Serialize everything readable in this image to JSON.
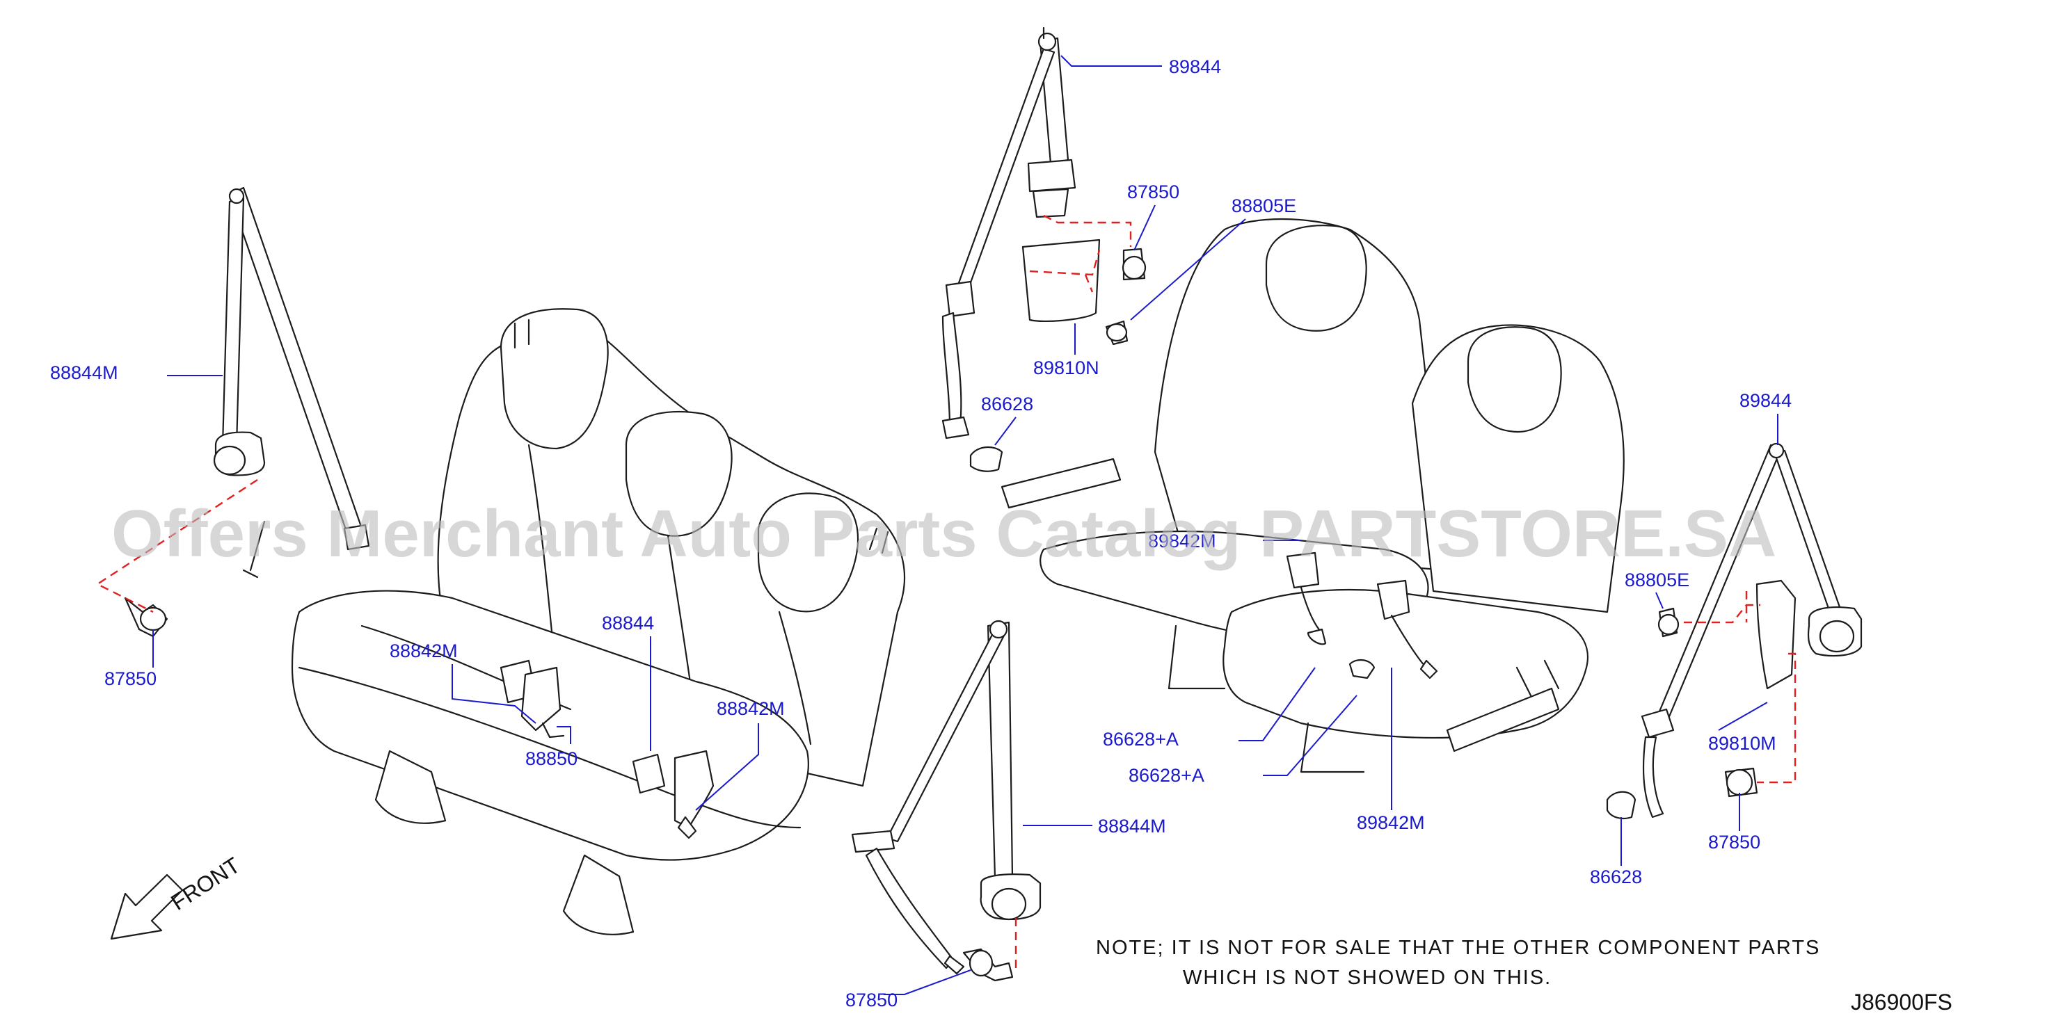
{
  "watermark": "Offers Merchant Auto Parts Catalog PARTSTORE.SA",
  "front_label": "FRONT",
  "diagram_code": "J86900FS",
  "note": {
    "line1": "NOTE;  IT  IS  NOT  FOR  SALE  THAT  THE  OTHER  COMPONENT  PARTS",
    "line2": "WHICH  IS  NOT  SHOWED  ON  THIS."
  },
  "parts": {
    "p1": "88844M",
    "p2": "87850",
    "p3": "88842M",
    "p4": "88844",
    "p5": "88842M",
    "p6": "88850",
    "p7": "89844",
    "p8": "87850",
    "p9": "88805E",
    "p10": "89810N",
    "p11": "86628",
    "p12": "86628+A",
    "p13": "86628+A",
    "p14": "89842M",
    "p15": "89844",
    "p16": "88805E",
    "p17": "89810M",
    "p18": "87850",
    "p19": "86628",
    "p20": "88844M",
    "p21": "87850",
    "p22": "89842M"
  },
  "colors": {
    "label": "#1a1acc",
    "line_art": "#1c1c1c",
    "dashed_guide": "#e02020"
  }
}
